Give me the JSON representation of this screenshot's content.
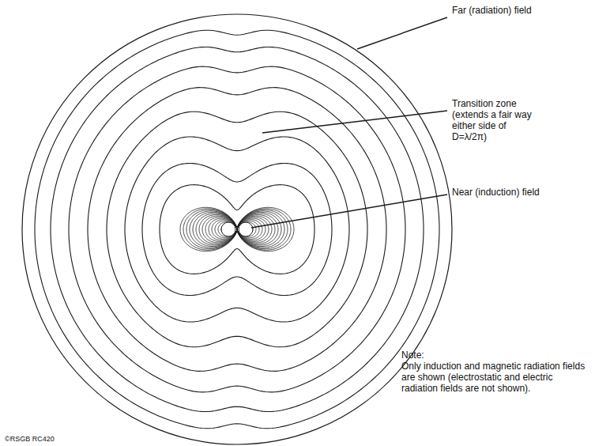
{
  "diagram": {
    "labels": [
      "Far (radiation) field",
      "Transition zone (extends a fair way either side of D=λ/2π)",
      "Near (induction) field",
      "Note:",
      "Only induction and magnetic radiation fields are shown (electrostatic and electric radiation fields are not shown).",
      "©RSGB RC420"
    ]
  }
}
